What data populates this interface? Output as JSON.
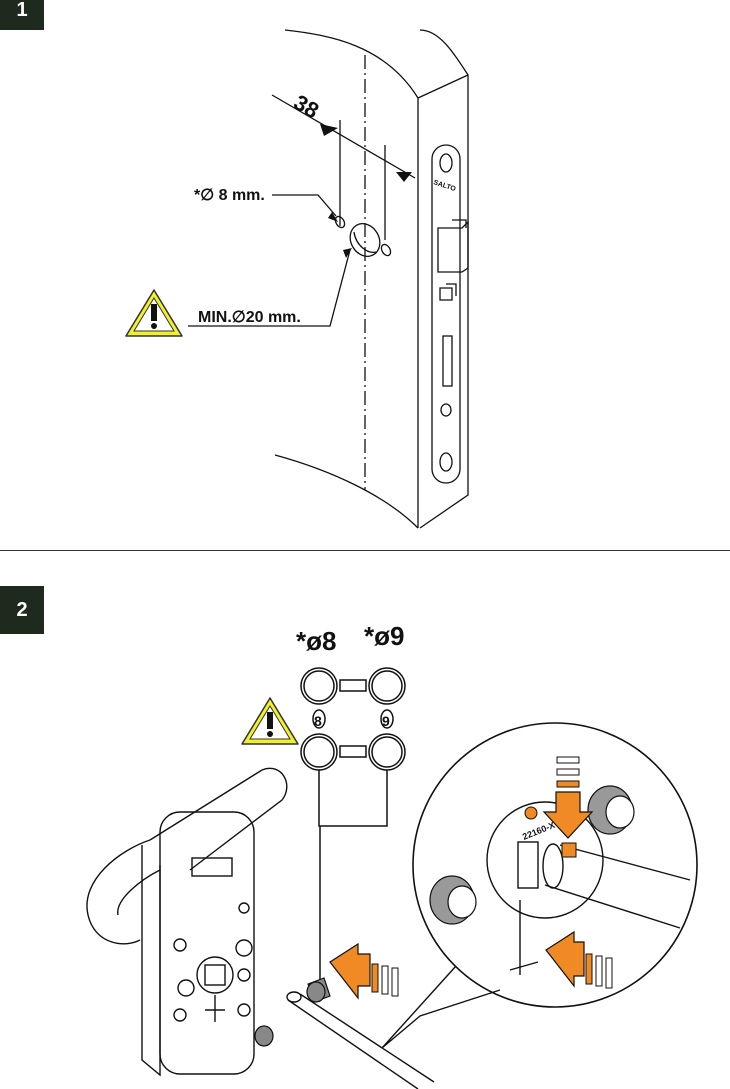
{
  "steps": {
    "step1": {
      "number": "1"
    },
    "step2": {
      "number": "2"
    }
  },
  "figure1": {
    "dimension": "38",
    "hole_small": "*∅ 8 mm.",
    "hole_min": "MIN.∅20 mm.",
    "lock_brand": "SALTO"
  },
  "figure2": {
    "option_a": "*ø8",
    "option_b": "*ø9",
    "mark_a": "8",
    "mark_b": "9",
    "part_code": "22160-X"
  },
  "colors": {
    "accent_orange": "#f08a24",
    "warning_yellow": "#f2ef2b",
    "badge_bg": "#1f2a1f",
    "line": "#111111"
  },
  "icons": [
    "warning-icon",
    "arrow-icon"
  ]
}
